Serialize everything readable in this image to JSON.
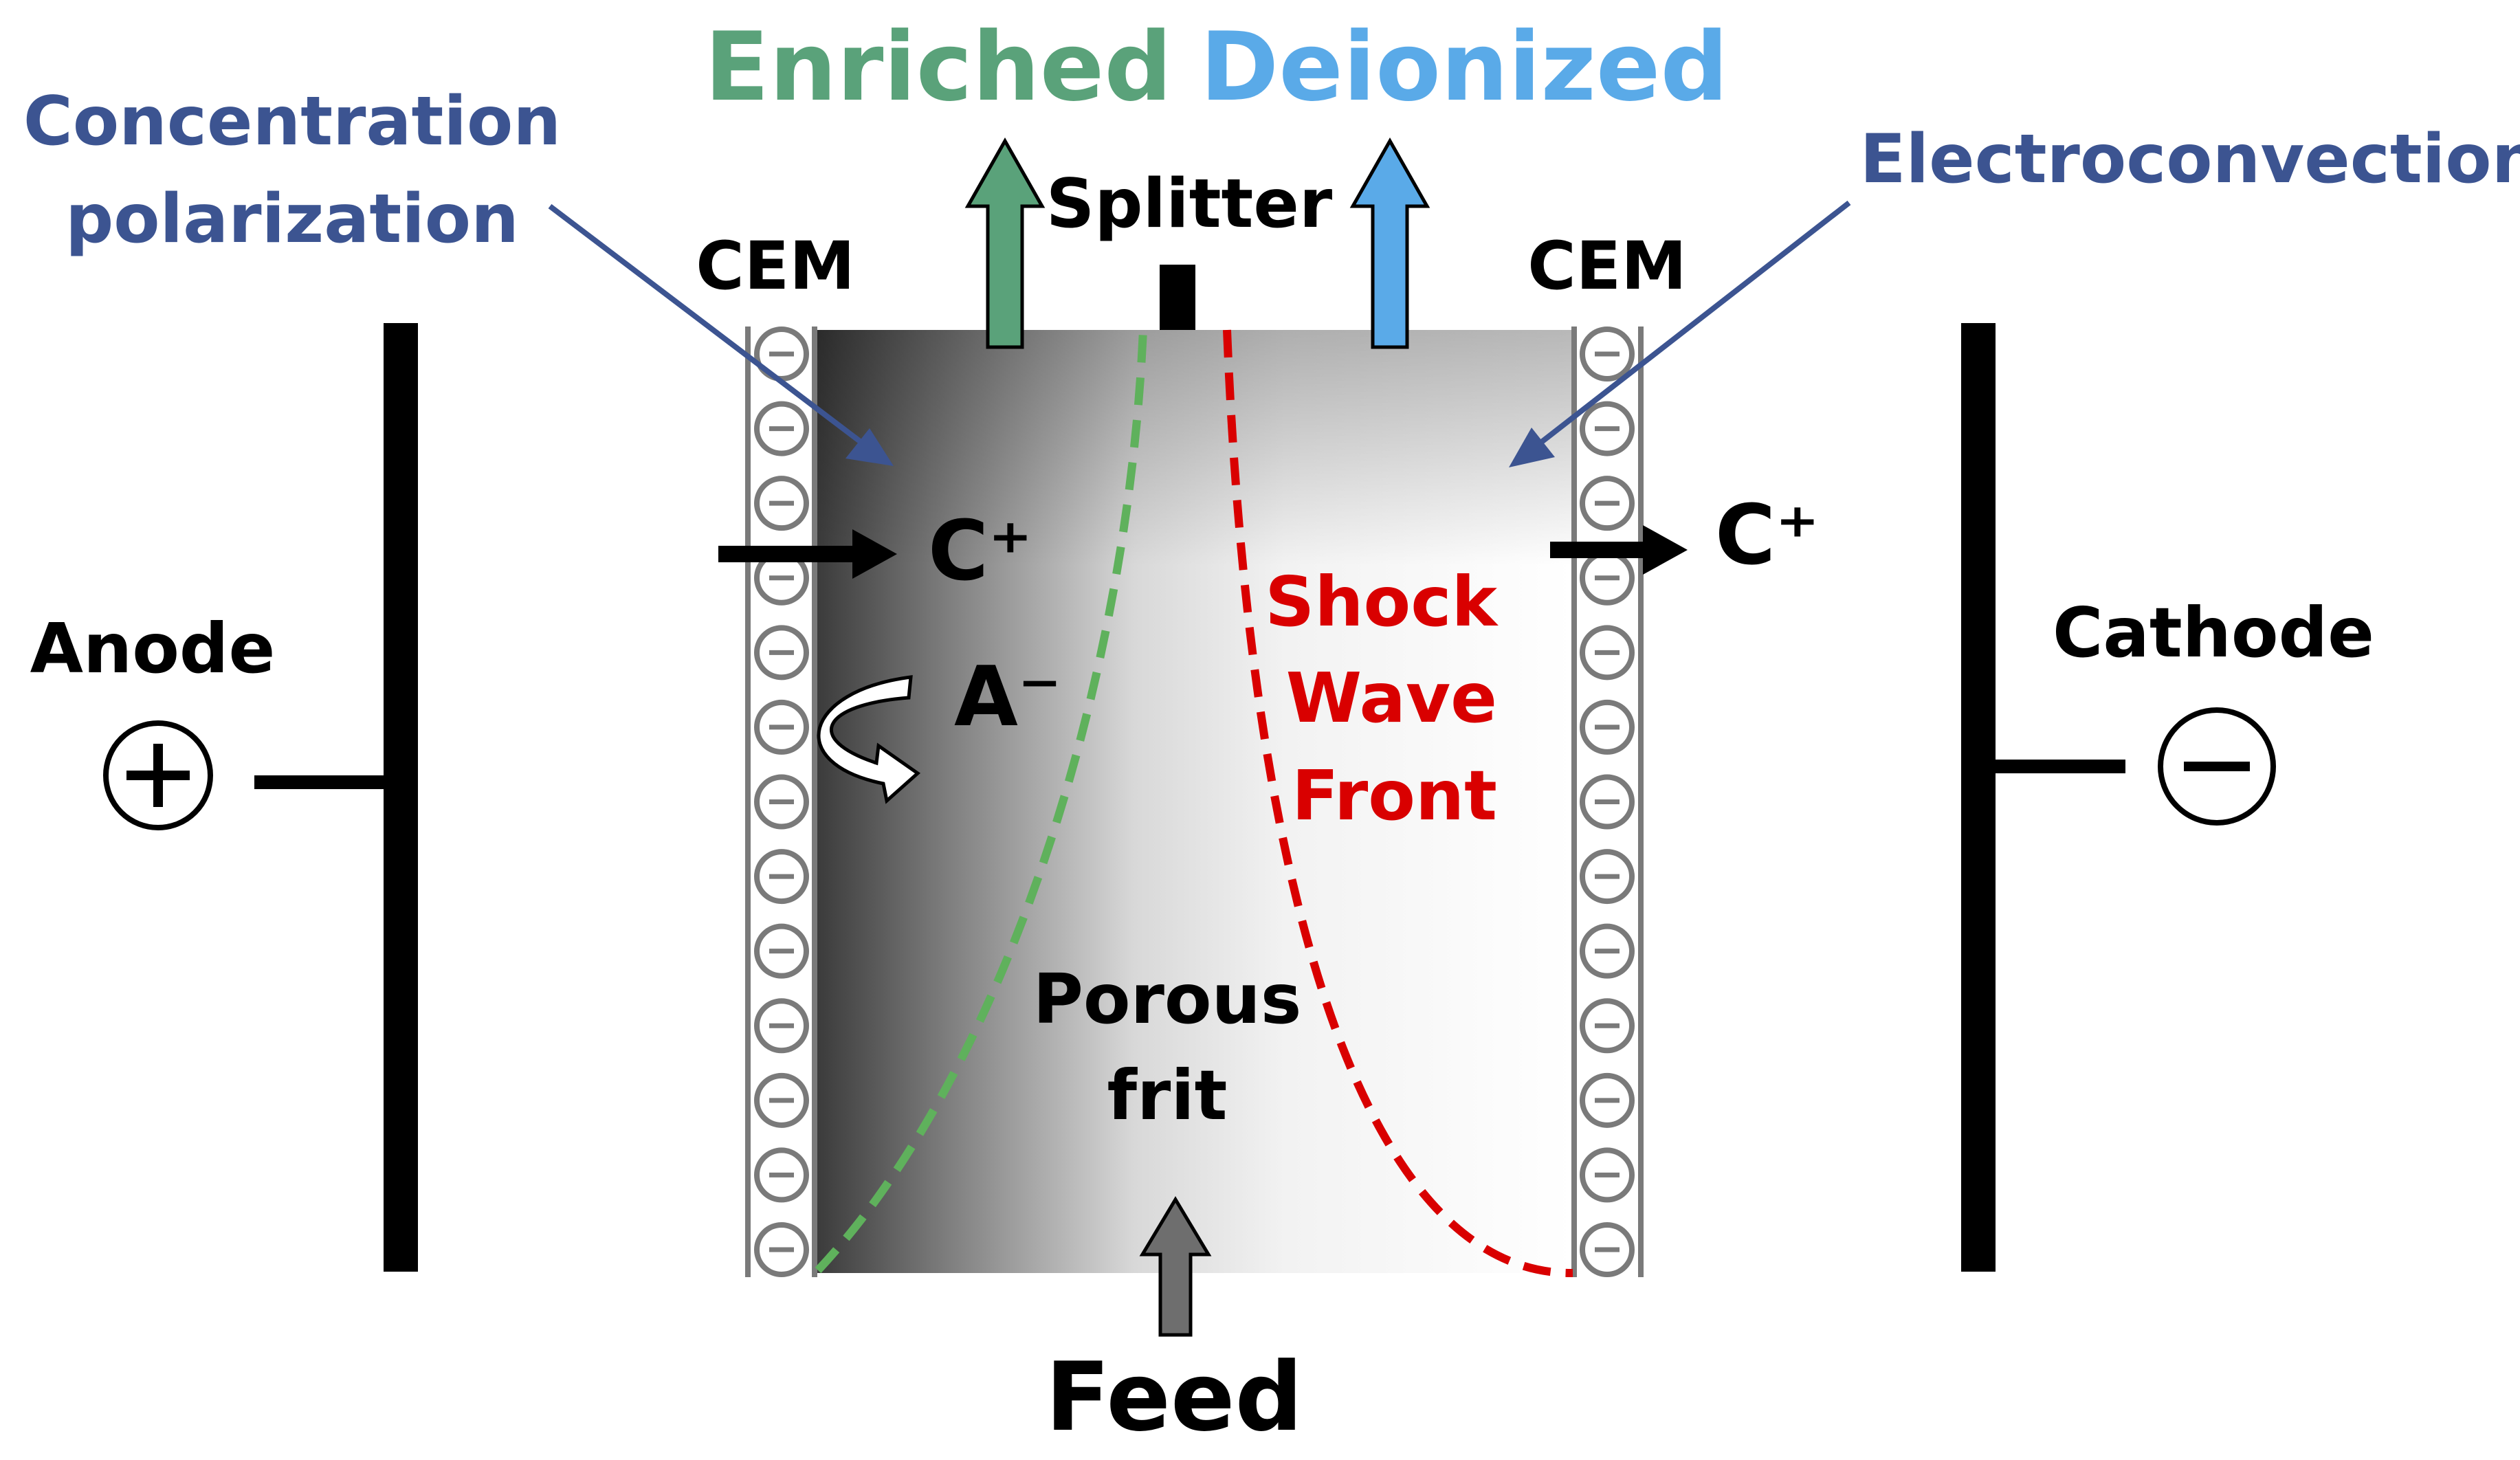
{
  "labels": {
    "enriched": "Enriched",
    "deionized": "Deionized",
    "concentration_line1": "Concentration",
    "concentration_line2": "polarization",
    "electroconvection": "Electroconvection",
    "splitter": "Splitter",
    "cem_left": "CEM",
    "cem_right": "CEM",
    "anode": "Anode",
    "cathode": "Cathode",
    "cation_left": "C⁺",
    "cation_right": "C⁺",
    "anion": "A⁻",
    "shock_line1": "Shock",
    "shock_line2": "Wave",
    "shock_line3": "Front",
    "frit_line1": "Porous",
    "frit_line2": "frit",
    "feed": "Feed"
  },
  "membrane": {
    "charge_symbol_count": 13
  },
  "colors": {
    "enriched": "#5aa27a",
    "deionized": "#5aaae8",
    "annotation": "#3c5491",
    "shock": "#d90000",
    "green_boundary": "#5fb15c",
    "feed_arrow": "#6e6e6e",
    "membrane": "#7a7a7a",
    "ink": "#000000"
  }
}
